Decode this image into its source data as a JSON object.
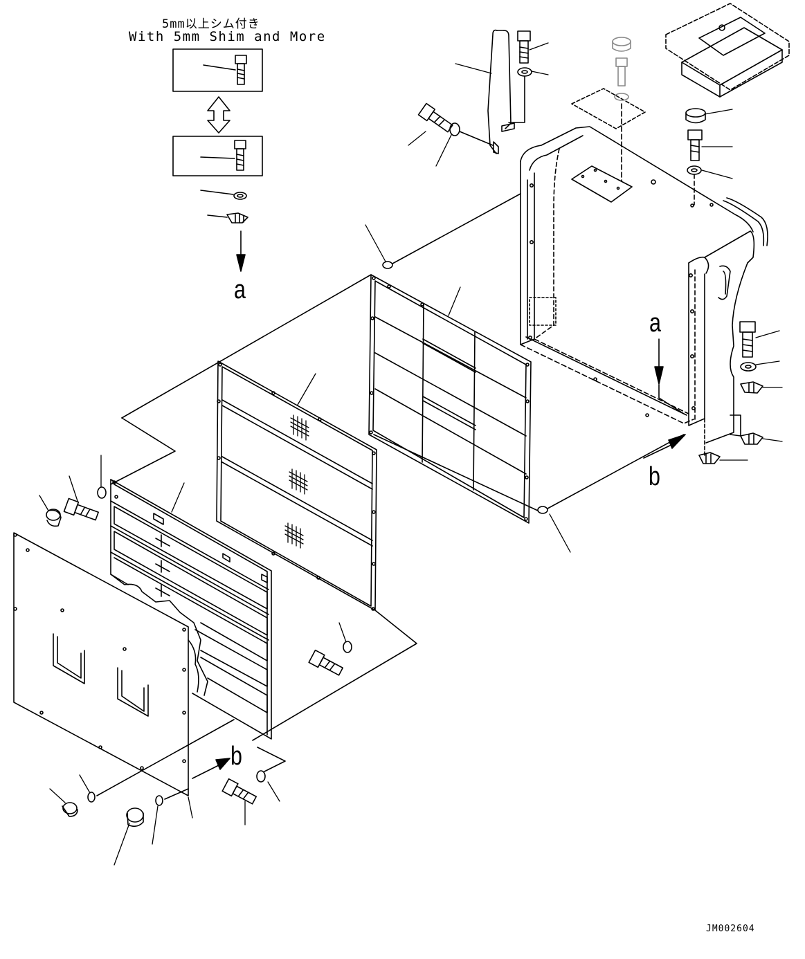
{
  "header": {
    "title_ja": "5mm以上シム付き",
    "title_en": "With 5mm Shim and More"
  },
  "callouts": {
    "a_left": "a",
    "a_right": "a",
    "b_right": "b",
    "b_bottom": "b"
  },
  "footer": {
    "drawing_code": "JM002604"
  },
  "colors": {
    "line": "#000000",
    "background": "#ffffff"
  }
}
